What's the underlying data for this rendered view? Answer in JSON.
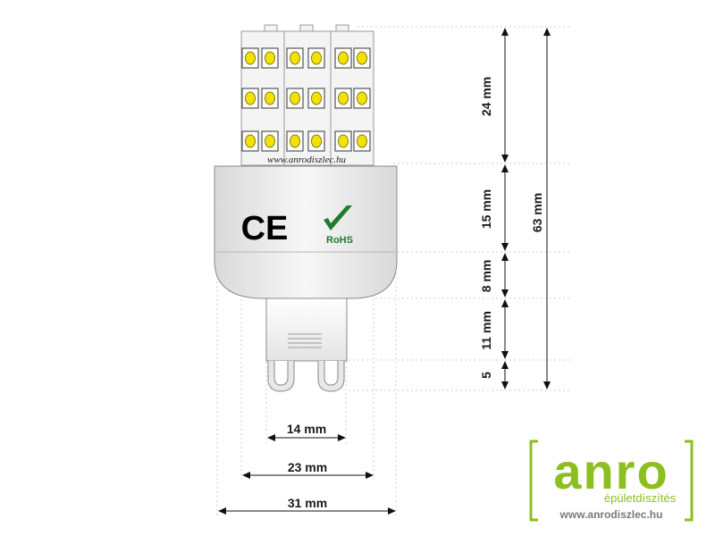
{
  "watermark_url": "www.anrodiszlec.hu",
  "labels": {
    "ce_mark": "CE",
    "rohs_mark": "RoHS"
  },
  "dimensions": {
    "vertical": [
      "24 mm",
      "15 mm",
      "8 mm",
      "11 mm",
      "5",
      "63 mm"
    ],
    "horizontal": [
      "14 mm",
      "23 mm",
      "31 mm"
    ]
  },
  "logo": {
    "name": "anro",
    "tagline": "épületdíszítés",
    "url": "www.anrodiszlec.hu"
  },
  "colors": {
    "logo_green": "#8cbf1f",
    "rohs_green": "#1f7a2e",
    "led_yellow": "#f2e200",
    "body_gray": "#ececec"
  }
}
